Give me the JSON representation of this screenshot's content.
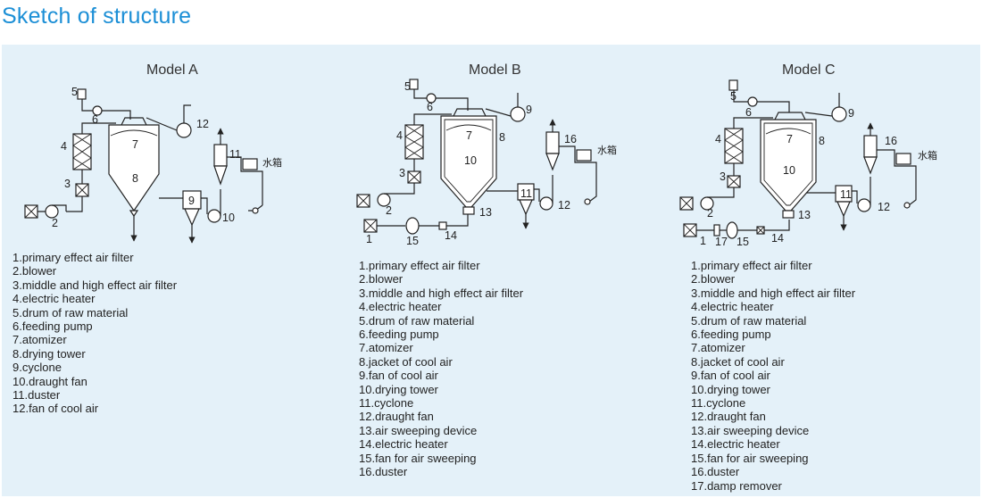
{
  "page": {
    "title": "Sketch of structure"
  },
  "models": [
    {
      "title": "Model A",
      "tank_label": "水箱",
      "legend": [
        "1.primary effect air filter",
        "2.blower",
        "3.middle and high effect air filter",
        "4.electric heater",
        "5.drum of raw material",
        "6.feeding pump",
        "7.atomizer",
        "8.drying tower",
        "9.cyclone",
        "10.draught fan",
        "11.duster",
        "12.fan of cool air"
      ]
    },
    {
      "title": "Model B",
      "tank_label": "水箱",
      "legend": [
        "1.primary effect air filter",
        "2.blower",
        "3.middle and high effect air filter",
        "4.electric heater",
        "5.drum of raw material",
        "6.feeding pump",
        "7.atomizer",
        "8.jacket of cool air",
        "9.fan of cool air",
        "10.drying tower",
        "11.cyclone",
        "12.draught fan",
        "13.air sweeping device",
        "14.electric heater",
        "15.fan for air sweeping",
        "16.duster"
      ]
    },
    {
      "title": "Model C",
      "tank_label": "水箱",
      "legend": [
        "1.primary effect air filter",
        "2.blower",
        "3.middle and high effect air filter",
        "4.electric heater",
        "5.drum of raw material",
        "6.feeding pump",
        "7.atomizer",
        "8.jacket of cool air",
        "9.fan of cool air",
        "10.drying tower",
        "11.cyclone",
        "12.draught fan",
        "13.air sweeping device",
        "14.electric heater",
        "15.fan for air sweeping",
        "16.duster",
        "17.damp remover"
      ]
    }
  ]
}
